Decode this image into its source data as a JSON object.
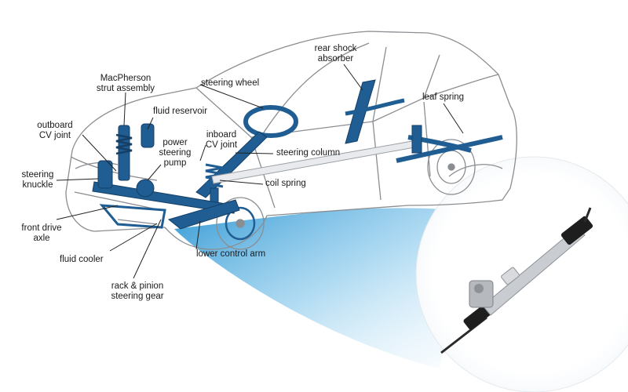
{
  "labels": {
    "macpherson": "MacPherson\nstrut assembly",
    "outboard_cv": "outboard\nCV joint",
    "steering_knuckle": "steering\nknuckle",
    "front_drive_axle": "front drive\naxle",
    "fluid_cooler": "fluid cooler",
    "rack_pinion": "rack & pinion\nsteering gear",
    "fluid_reservoir": "fluid reservoir",
    "power_steering_pump": "power\nsteering\npump",
    "steering_wheel": "steering wheel",
    "inboard_cv": "inboard\nCV joint",
    "steering_column": "steering column",
    "coil_spring": "coil spring",
    "lower_control_arm": "lower control arm",
    "rear_shock": "rear shock\nabsorber",
    "leaf_spring": "leaf spring"
  },
  "colors": {
    "component_blue": "#1f5d92",
    "component_dark": "#163f66",
    "outline": "#8a8d91",
    "outline_light": "#c8cacd",
    "beam_light": "#e3f3fc",
    "beam_blue": "#7cc3ea",
    "leader": "#222222"
  }
}
